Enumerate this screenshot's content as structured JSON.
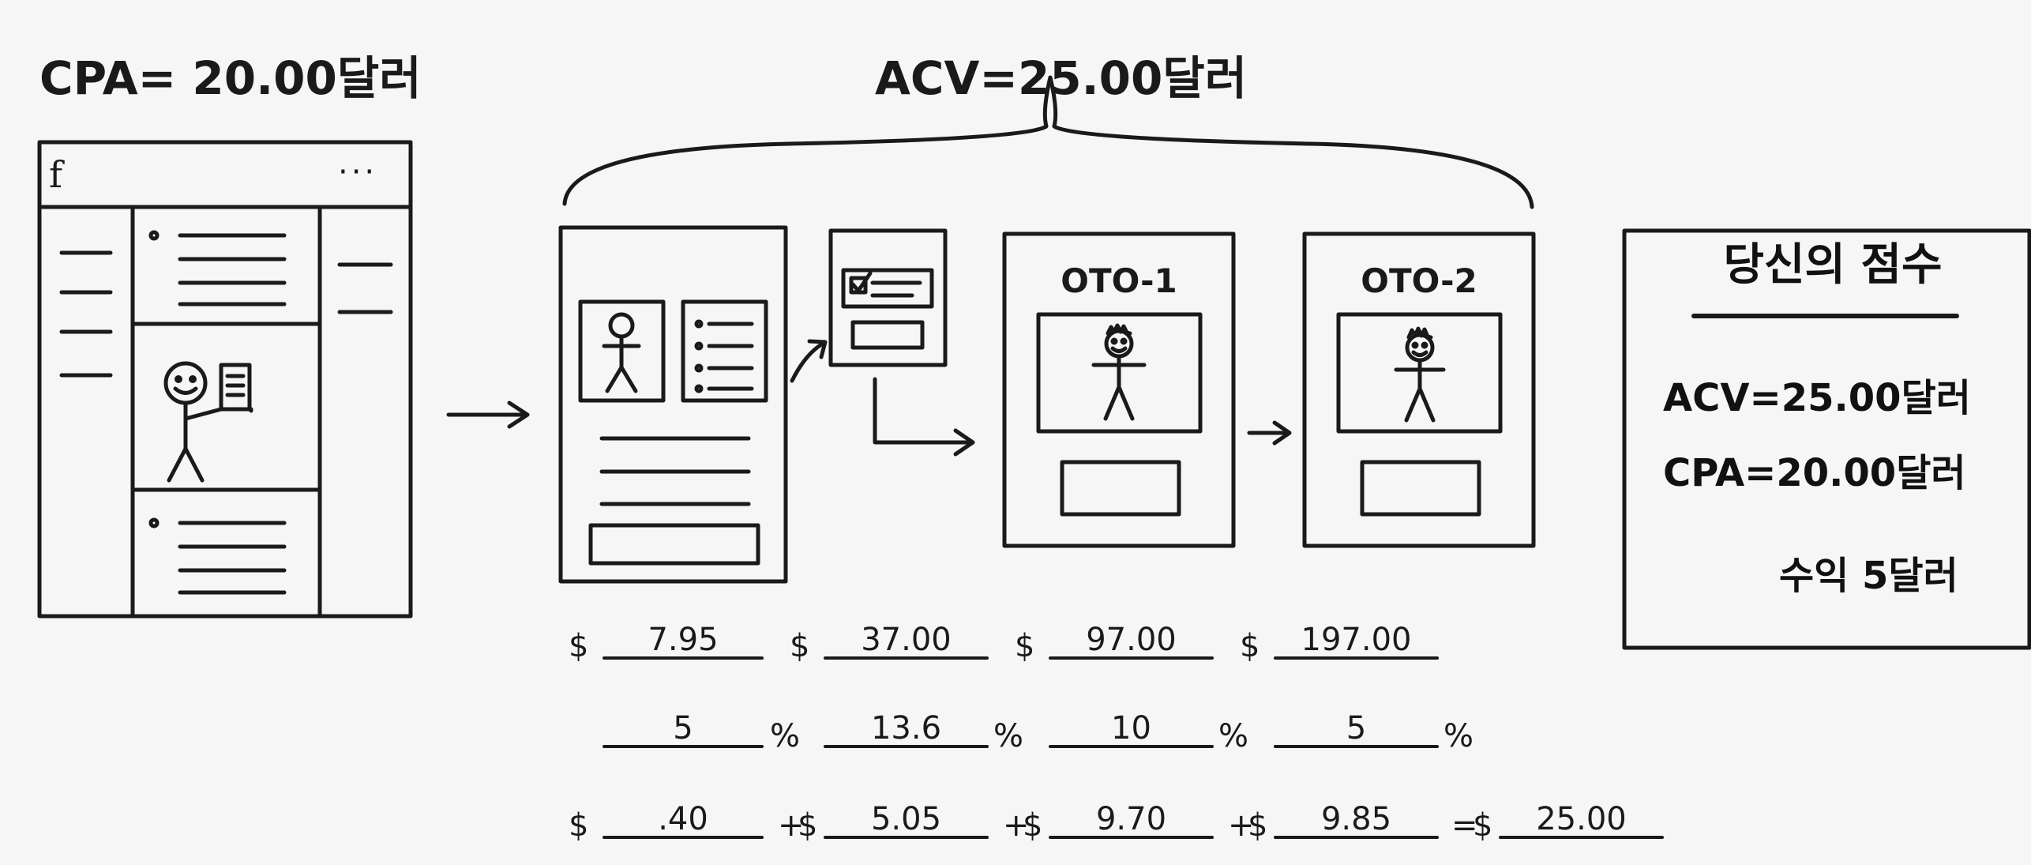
{
  "header": {
    "cpa_label": "CPA= 20.00달러",
    "acv_label": "ACV=25.00달러"
  },
  "facebook_ad": {
    "logo": "f",
    "menu": "···"
  },
  "funnel": {
    "steps": [
      {
        "label": "",
        "price": "7.95",
        "rate": "5",
        "value": ".40"
      },
      {
        "label": "",
        "price": "37.00",
        "rate": "13.6",
        "value": "5.05"
      },
      {
        "label": "OTO-1",
        "price": "97.00",
        "rate": "10",
        "value": "9.70"
      },
      {
        "label": "OTO-2",
        "price": "197.00",
        "rate": "5",
        "value": "9.85"
      }
    ],
    "total": "25.00",
    "currency_symbol": "$",
    "percent_symbol": "%",
    "plus_symbol": "+",
    "equals_symbol": "="
  },
  "score_card": {
    "title": "당신의 점수",
    "acv": "ACV=25.00달러",
    "cpa": "CPA=20.00달러",
    "profit": "수익 5달러"
  }
}
